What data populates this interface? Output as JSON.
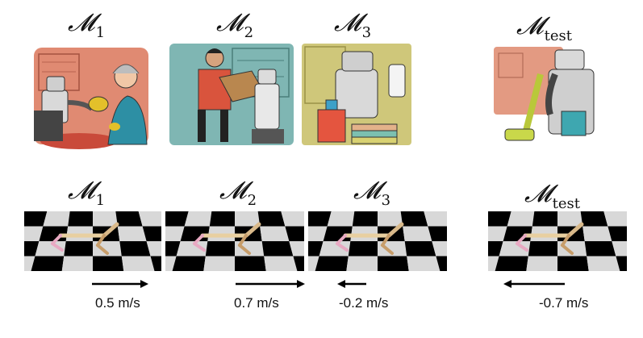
{
  "top_row": {
    "labels": [
      {
        "base": "𝓜",
        "sub": "1"
      },
      {
        "base": "𝓜",
        "sub": "2"
      },
      {
        "base": "𝓜",
        "sub": "3"
      },
      {
        "base": "𝓜",
        "sub": "test"
      }
    ]
  },
  "bottom_row": {
    "labels": [
      {
        "base": "𝓜",
        "sub": "1"
      },
      {
        "base": "𝓜",
        "sub": "2"
      },
      {
        "base": "𝓜",
        "sub": "3"
      },
      {
        "base": "𝓜",
        "sub": "test"
      }
    ],
    "velocities": [
      "0.5 m/s",
      "0.7 m/s",
      "-0.2 m/s",
      "-0.7 m/s"
    ]
  },
  "colors": {
    "panel1_bg": "#e08a72",
    "panel2_bg": "#7fb6b3",
    "panel3_bg": "#cfc77a",
    "panel4_bg": "#e39a82",
    "checker_dark": "#000000",
    "checker_light": "#d8d8d8"
  }
}
